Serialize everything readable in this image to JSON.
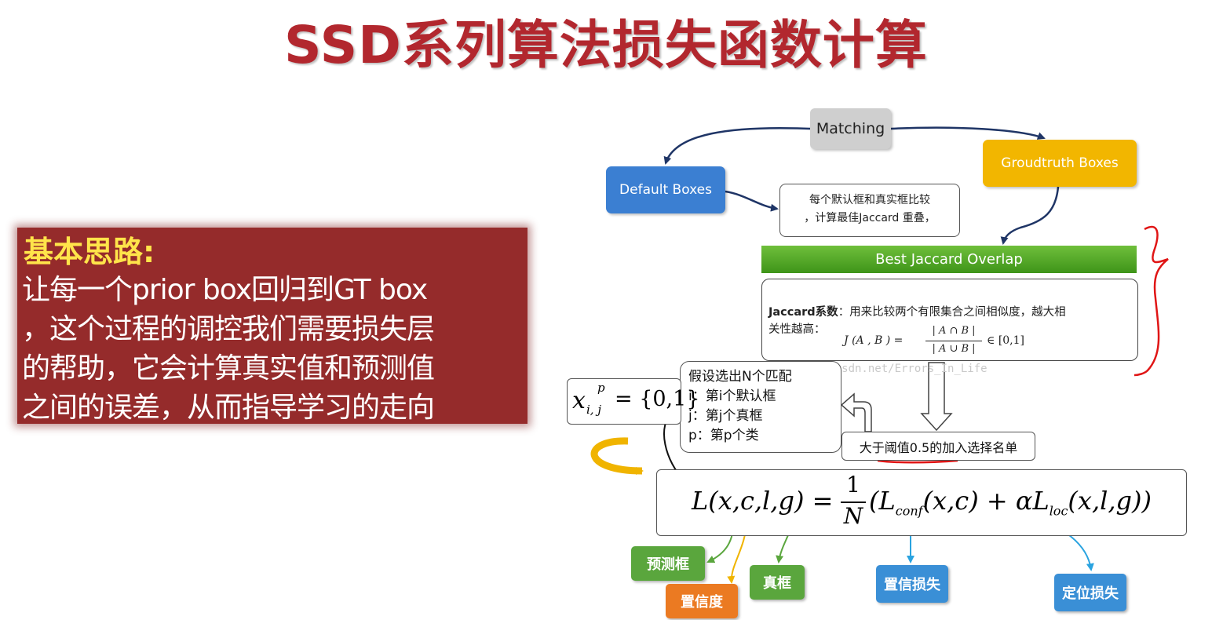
{
  "title": "SSD系列算法损失函数计算",
  "idea": {
    "heading": "基本思路:",
    "lines": [
      "让每一个prior box回归到GT box",
      "，这个过程的调控我们需要损失层",
      "的帮助，它会计算真实值和预测值",
      "之间的误差，从而指导学习的走向"
    ]
  },
  "flow": {
    "matching": "Matching",
    "default_boxes": "Default Boxes",
    "groundtruth_boxes": "Groudtruth Boxes",
    "compare_note": [
      "每个默认框和真实框比较",
      "，计算最佳Jaccard 重叠，"
    ],
    "best_overlap": "Best Jaccard Overlap",
    "jaccard": {
      "term": "Jaccard系数",
      "definition": "：用来比较两个有限集合之间相似度，越大相",
      "definition_2": "关性越高：",
      "formula_lhs": "J (A , B ) =",
      "numerator": "| A ∩ B |",
      "denominator": "| A ∪ B |",
      "range": "∈ [0,1]"
    },
    "assume": [
      "假设选出N个匹配",
      "i：第i个默认框",
      "j：第j个真框",
      "p：第p个类"
    ],
    "threshold": "大于阈值0.5的加入选择名单",
    "x_formula": {
      "x": "x",
      "sub": "i, j",
      "sup": "p",
      "rhs": "= {0,1}"
    },
    "loss_formula": {
      "lhs": "L(x,c,l,g) =",
      "frac_num": "1",
      "frac_den": "N",
      "rhs_open": "(L",
      "conf_sub": "conf",
      "conf_args": "(x,c) + αL",
      "loc_sub": "loc",
      "loc_args": "(x,l,g))"
    }
  },
  "tags": {
    "pred_box": "预测框",
    "confidence": "置信度",
    "gt_box": "真框",
    "conf_loss": "置信损失",
    "loc_loss": "定位损失"
  },
  "watermark": "log.csdn.net/Errors_In_Life",
  "colors": {
    "title": "#b2272e",
    "idea_bg": "#952b2b",
    "idea_heading": "#ffe44a",
    "default_boxes": "#3b7fd2",
    "groundtruth_boxes": "#f2b600",
    "best_overlap": "#5aa63d",
    "tag_green": "#5aa63d",
    "tag_orange": "#eb7a22",
    "tag_blue": "#3a8fd6",
    "annotation_red": "#e01515"
  }
}
